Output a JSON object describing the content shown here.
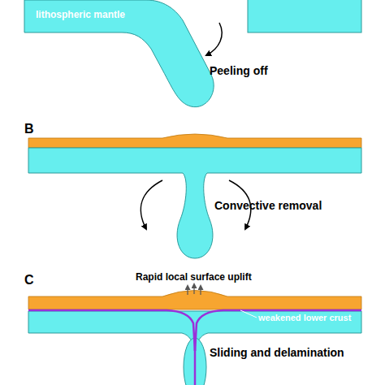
{
  "diagram": {
    "labels": [
      "lithospheric mantle",
      "Peeling off",
      "B",
      "Convective removal",
      "Rapid local surface uplift",
      "C",
      "weakened lower crust",
      "Sliding and delamination"
    ]
  }
}
